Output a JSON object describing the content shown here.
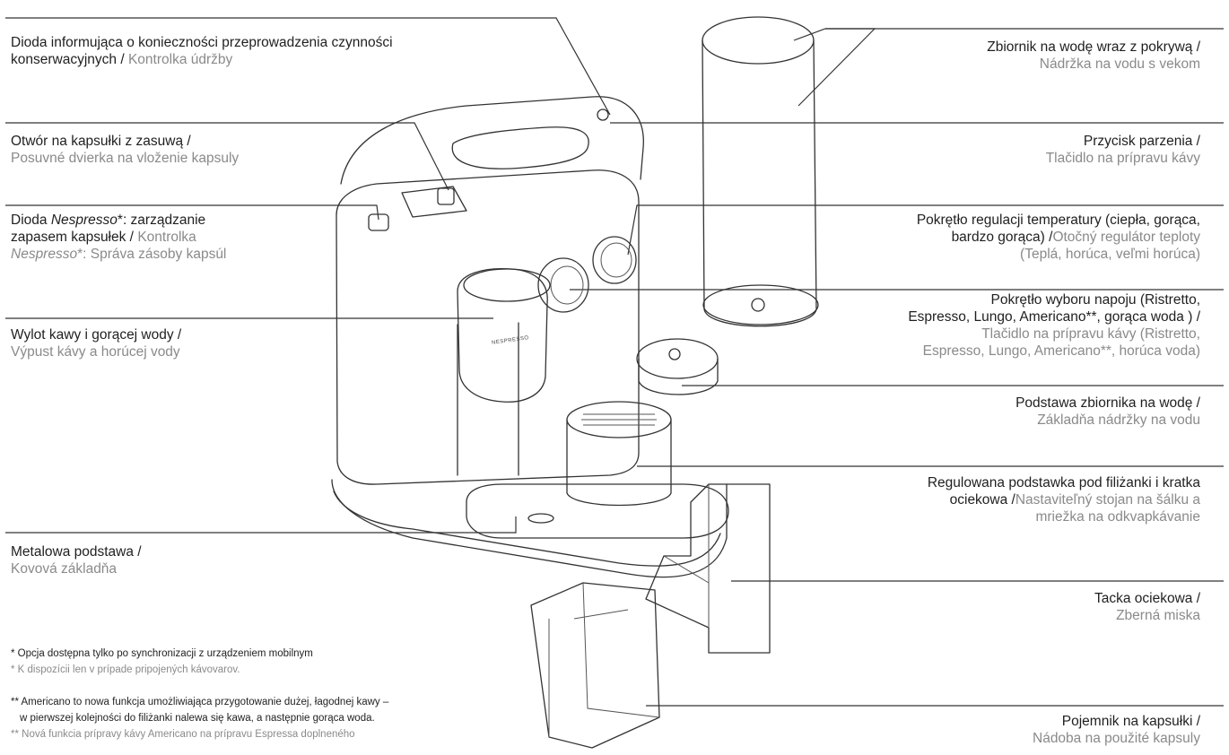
{
  "labels": {
    "maintenance_led": {
      "pl1": "Dioda informująca o konieczności przeprowadzenia czynności",
      "pl2": "konserwacyjnych /",
      "sk": "Kontrolka údržby"
    },
    "capsule_opening": {
      "pl": "Otwór na kapsułki z zasuwą  /",
      "sk": "Posuvné dvierka na vloženie kapsuly"
    },
    "nespresso_led": {
      "pl1a": "Dioda ",
      "pl1b": "Nespresso",
      "pl1c": "*: zarządzanie",
      "pl2": "zapasem kapsułek /",
      "sk2": "Kontrolka",
      "sk3a": "Nespresso",
      "sk3b": "*: Správa zásoby kapsúl"
    },
    "coffee_outlet": {
      "pl": "Wylot kawy i gorącej wody /",
      "sk": "Výpust kávy a horúcej vody"
    },
    "metal_base": {
      "pl": "Metalowa podstawa /",
      "sk": "Kovová základňa"
    },
    "water_tank": {
      "pl": "Zbiornik na wodę wraz z pokrywą  /",
      "sk": "Nádržka na vodu s vekom"
    },
    "brew_button": {
      "pl": "Przycisk parzenia  /",
      "sk": "Tlačidlo na prípravu kávy"
    },
    "temperature_knob": {
      "pl1": "Pokrętło regulacji temperatury (ciepła, gorąca,",
      "pl2": "bardzo gorąca) /",
      "sk2": "Otočný regulátor teploty",
      "sk3": "(Teplá, horúca, veľmi horúca)"
    },
    "beverage_knob": {
      "pl1": "Pokrętło wyboru napoju (Ristretto,",
      "pl2": "Espresso, Lungo, Americano**, gorąca woda ) /",
      "sk3": "Tlačidlo na prípravu kávy (Ristretto,",
      "sk4": "Espresso, Lungo, Americano**, horúca voda)"
    },
    "tank_base": {
      "pl": "Podstawa zbiornika na wodę  /",
      "sk": "Základňa nádržky na vodu"
    },
    "cup_support": {
      "pl1": "Regulowana podstawka pod filiżanki i kratka",
      "pl2": "ociekowa /",
      "sk2": "Nastaviteľný stojan na šálku a",
      "sk3": "mriežka na odkvapkávanie"
    },
    "drip_tray": {
      "pl": "Tacka ociekowa /",
      "sk": "Zberná miska"
    },
    "capsule_container": {
      "pl": "Pojemnik na kapsułki /",
      "sk": "Nádoba na použité kapsuly"
    }
  },
  "footnotes": {
    "star_pl": "* Opcja dostępna tylko po synchronizacji z urządzeniem mobilnym",
    "star_sk": "* K dispozícii len v prípade pripojených kávovarov.",
    "dstar_pl1": "**  Americano to nowa funkcja umożliwiająca przygotowanie dużej, łagodnej kawy –",
    "dstar_pl2": "w pierwszej kolejności do filiżanki nalewa się kawa, a następnie gorąca woda.",
    "dstar_sk1": "**  Nová funkcia prípravy kávy Americano na prípravu Espressa doplneného"
  },
  "brand_mark": "NESPRESSO",
  "colors": {
    "text": "#1f1f1f",
    "secondary_text": "#8a8a8a",
    "line": "#333333"
  }
}
